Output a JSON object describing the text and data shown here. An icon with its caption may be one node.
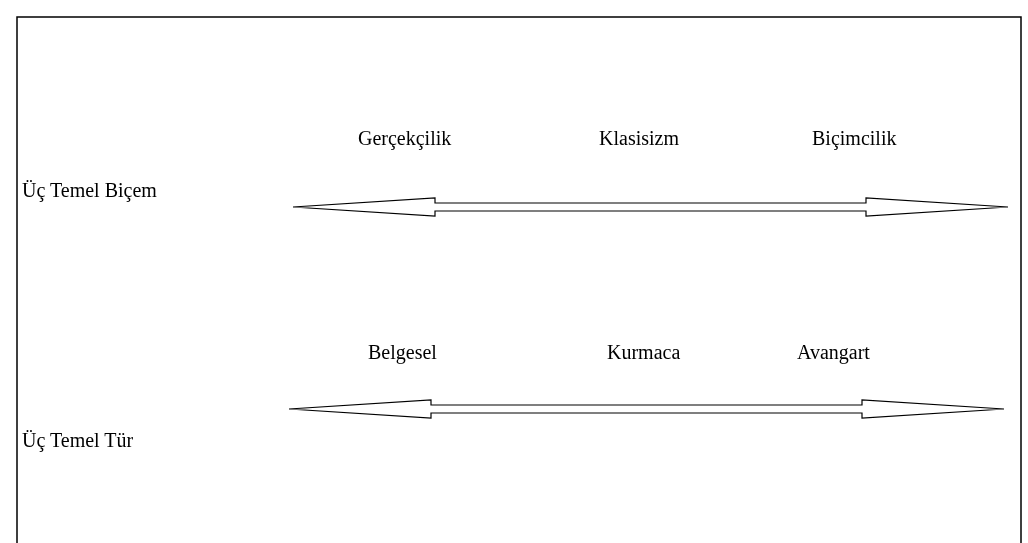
{
  "diagram": {
    "labels": [
      "Gerçekçilik",
      "Klasisizm",
      "Biçimcilik",
      "Üç Temel Biçem",
      "Belgesel",
      "Kurmaca",
      "Avangart",
      "Üç Temel Tür"
    ]
  }
}
